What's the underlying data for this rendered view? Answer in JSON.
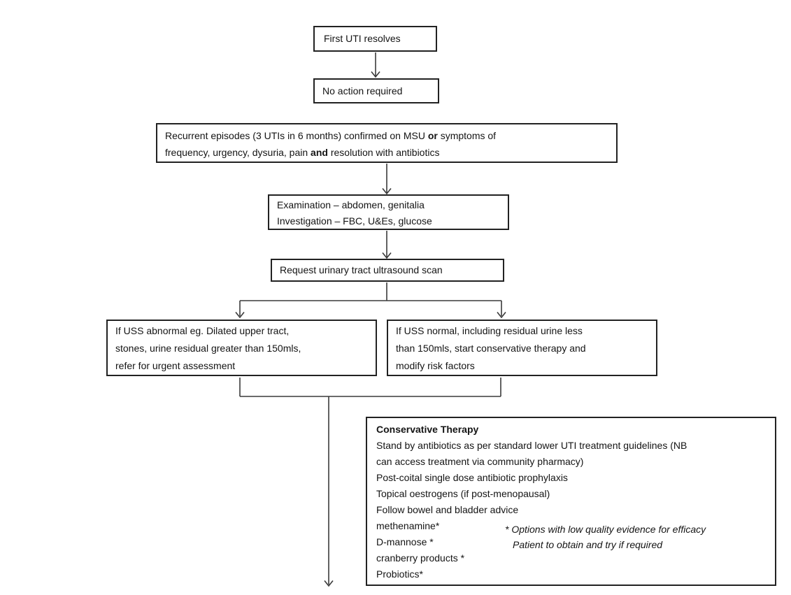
{
  "diagram": {
    "background": "#ffffff",
    "border_color": "#222222",
    "line_color": "#3a3a3a",
    "text_color": "#141414"
  },
  "boxes": {
    "first_uti": {
      "text": "First UTI resolves"
    },
    "no_action": {
      "text": "No action required"
    },
    "recurrent": {
      "line1_a": "Recurrent episodes (3 UTIs in 6 months) confirmed on MSU",
      "line1_bold": "or",
      "line1_b": "symptoms of",
      "line2_a": "frequency, urgency, dysuria, pain",
      "line2_bold": "and",
      "line2_b": "resolution with antibiotics"
    },
    "examination": {
      "lines": [
        "Examination – abdomen, genitalia",
        "Investigation – FBC, U&Es, glucose"
      ]
    },
    "request_uss": {
      "text": "Request urinary tract ultrasound scan"
    },
    "uss_abnormal": {
      "lines": [
        "If USS abnormal eg. Dilated upper tract,",
        "stones, urine residual greater than 150mls,",
        "refer for urgent assessment"
      ]
    },
    "uss_normal": {
      "lines": [
        "If USS normal, including residual urine less",
        "than 150mls, start conservative therapy and",
        "modify risk factors"
      ]
    },
    "conservative": {
      "title": "Conservative Therapy",
      "lines": [
        "Stand by antibiotics as per standard lower UTI treatment guidelines (NB",
        "can access treatment via community pharmacy)",
        "Post-coital single dose antibiotic prophylaxis",
        "Topical oestrogens (if post-menopausal)",
        "Follow bowel and bladder advice",
        "methenamine*",
        "D-mannose *",
        "cranberry products *",
        "Probiotics*"
      ],
      "note": {
        "line1": "* Options with low quality evidence for efficacy",
        "line2": "Patient to obtain and try if required"
      }
    }
  }
}
